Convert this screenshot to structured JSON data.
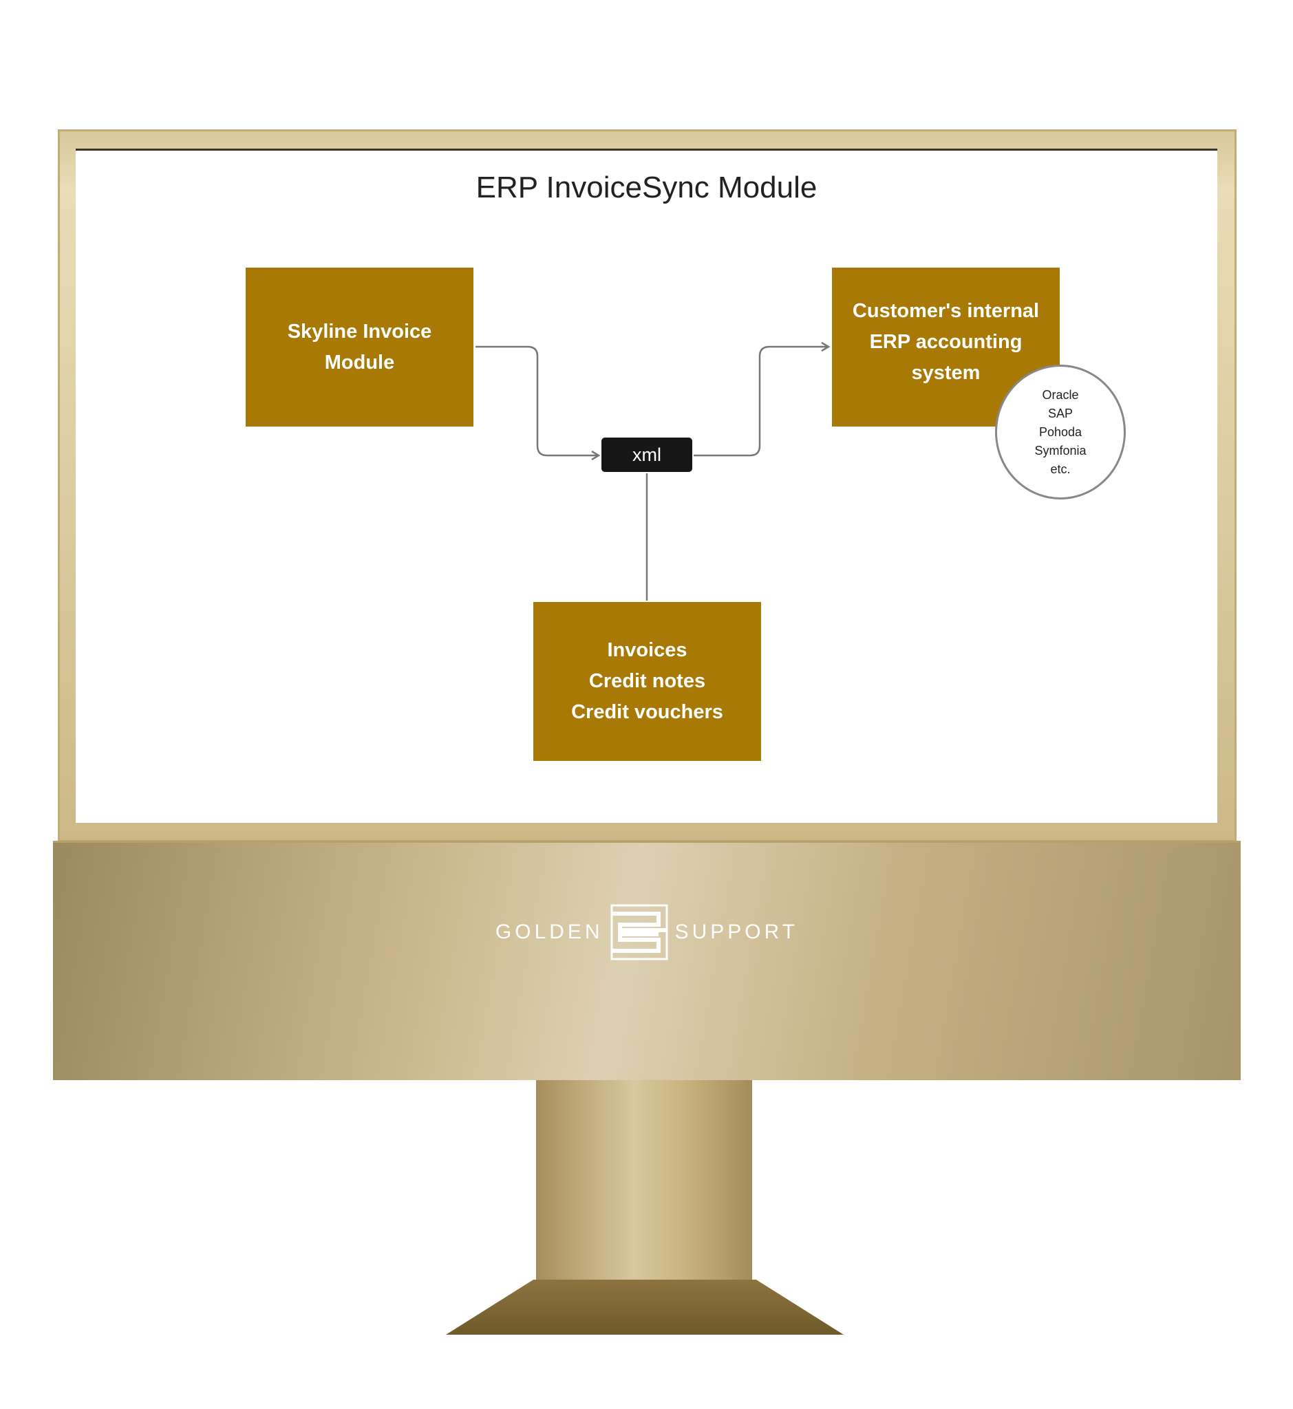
{
  "diagram": {
    "title": "ERP InvoiceSync Module",
    "nodes": {
      "skyline": {
        "lines": [
          "Skyline Invoice",
          "Module"
        ]
      },
      "erp": {
        "lines": [
          "Customer's internal",
          "ERP accounting",
          "system"
        ]
      },
      "documents": {
        "lines": [
          "Invoices",
          "Credit notes",
          "Credit vouchers"
        ]
      },
      "xml": {
        "label": "xml"
      },
      "erp_examples": {
        "lines": [
          "Oracle",
          "SAP",
          "Pohoda",
          "Symfonia",
          "etc."
        ]
      }
    },
    "colors": {
      "box_fill": "#a87904",
      "box_text": "#ffffff",
      "xml_fill": "#171717",
      "connector": "#777777",
      "title_text": "#222222"
    }
  },
  "branding": {
    "logo_left": "GOLDEN",
    "logo_right": "SUPPORT"
  }
}
